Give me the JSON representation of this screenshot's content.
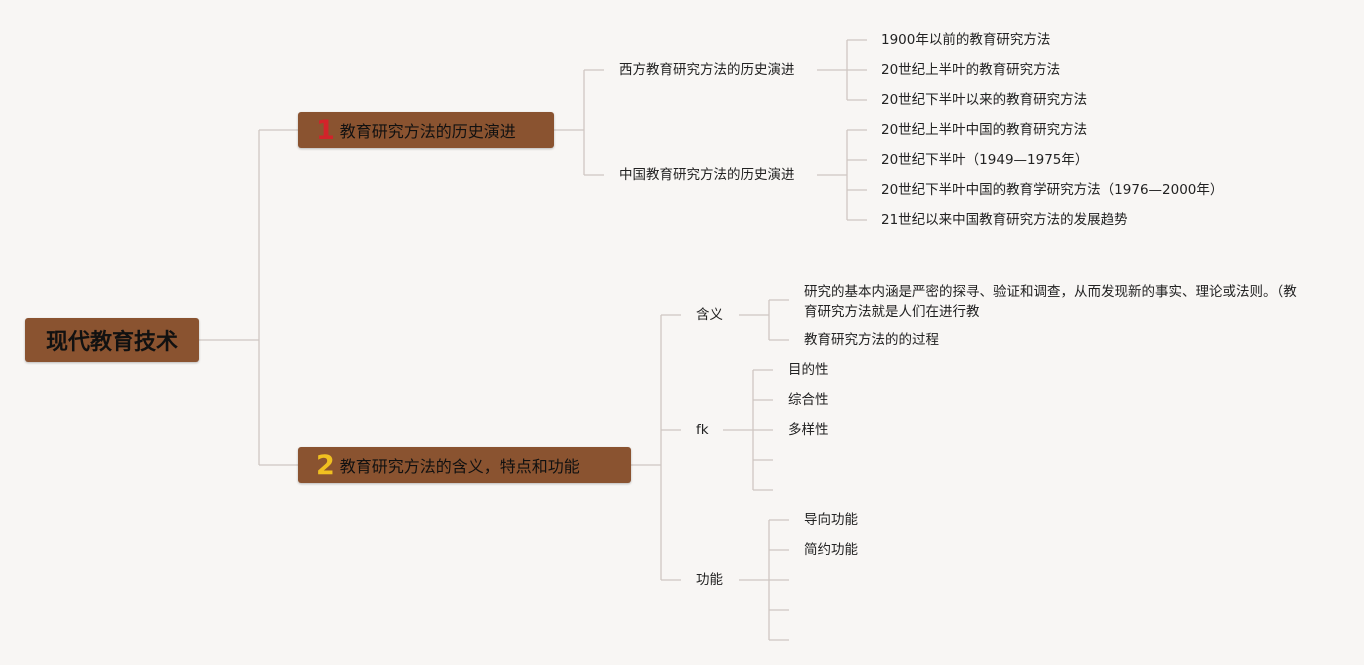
{
  "root": {
    "label": "现代教育技术"
  },
  "branch1": {
    "badge": "1",
    "label": "教育研究方法的历史演进",
    "west": {
      "label": "西方教育研究方法的历史演进",
      "items": [
        "1900年以前的教育研究方法",
        "20世纪上半叶的教育研究方法",
        "20世纪下半叶以来的教育研究方法"
      ]
    },
    "china": {
      "label": "中国教育研究方法的历史演进",
      "items": [
        "20世纪上半叶中国的教育研究方法",
        "20世纪下半叶（1949—1975年）",
        "20世纪下半叶中国的教育学研究方法（1976—2000年）",
        "21世纪以来中国教育研究方法的发展趋势"
      ]
    }
  },
  "branch2": {
    "badge": "2",
    "label": "教育研究方法的含义，特点和功能",
    "meaning": {
      "label": "含义",
      "items": [
        "研究的基本内涵是严密的探寻、验证和调查，从而发现新的事实、理论或法则。（教育研究方法就是人们在进行教",
        "教育研究方法的的过程"
      ]
    },
    "features": {
      "label": "fk",
      "items": [
        "目的性",
        "综合性",
        "多样性",
        "",
        ""
      ]
    },
    "functions": {
      "label": "功能",
      "items": [
        "导向功能",
        "简约功能",
        "",
        "",
        ""
      ]
    }
  }
}
